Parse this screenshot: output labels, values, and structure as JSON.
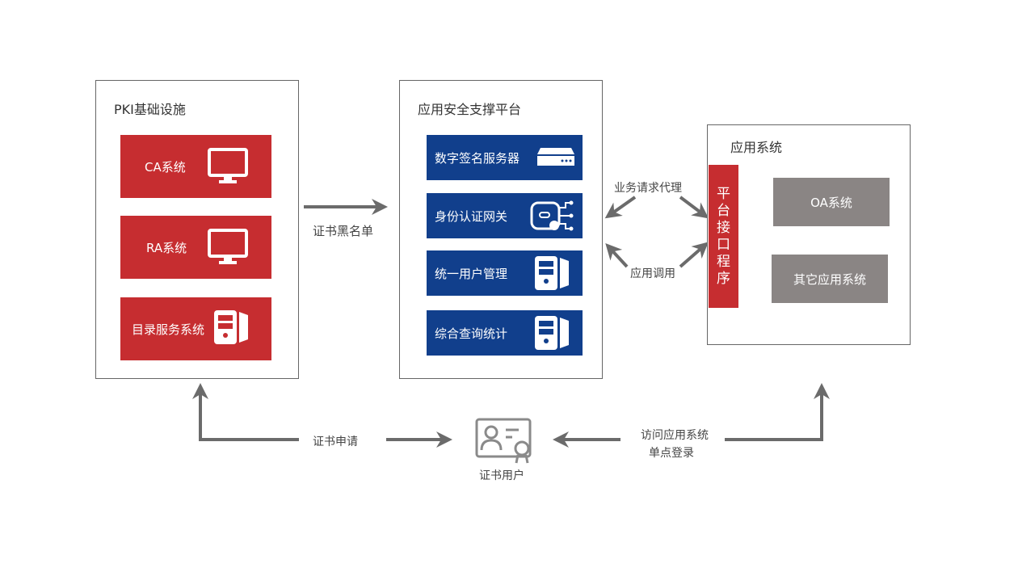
{
  "panels": {
    "pki": {
      "title": "PKI基础设施",
      "items": [
        {
          "label": "CA系统",
          "icon": "monitor-icon"
        },
        {
          "label": "RA系统",
          "icon": "monitor-icon"
        },
        {
          "label": "目录服务系统",
          "icon": "server-tower-icon"
        }
      ]
    },
    "platform": {
      "title": "应用安全支撑平台",
      "items": [
        {
          "label": "数字签名服务器",
          "icon": "rack-server-icon"
        },
        {
          "label": "身份认证网关",
          "icon": "gateway-icon"
        },
        {
          "label": "统一用户管理",
          "icon": "server-tower-icon"
        },
        {
          "label": "综合查询统计",
          "icon": "server-tower-icon"
        }
      ]
    },
    "app": {
      "title": "应用系统",
      "interface_label": "平台接口程序",
      "items": [
        {
          "label": "OA系统"
        },
        {
          "label": "其它应用系统"
        }
      ]
    }
  },
  "edges": {
    "blacklist": "证书黑名单",
    "proxy": "业务请求代理",
    "call": "应用调用",
    "apply": "证书申请",
    "access_line1": "访问应用系统",
    "access_line2": "单点登录"
  },
  "user": {
    "label": "证书用户",
    "icon": "certificate-user-icon"
  },
  "colors": {
    "red": "#c62d30",
    "blue": "#113f8c",
    "gray": "#8a8584",
    "arrow": "#6b6b6b"
  }
}
